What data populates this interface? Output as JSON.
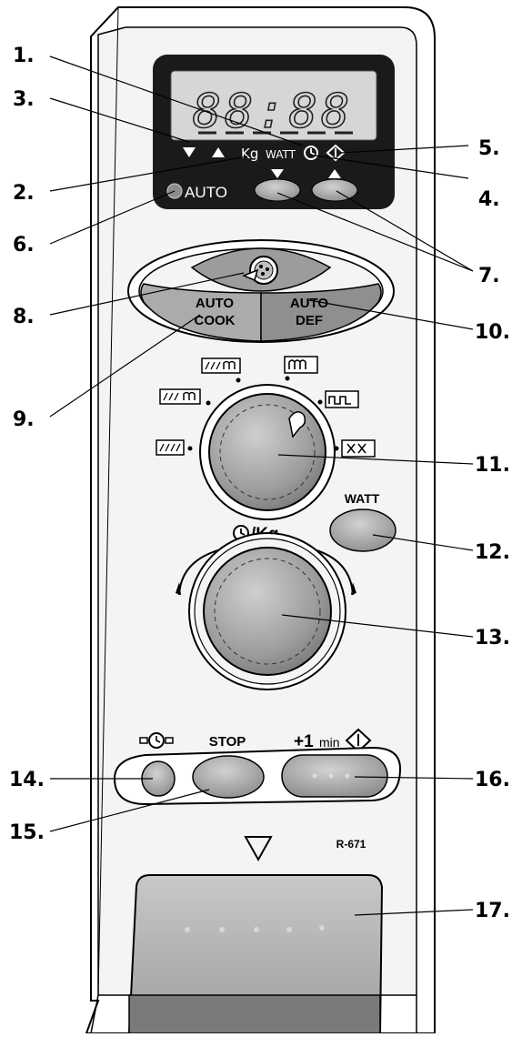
{
  "display": {
    "digits": "88:88",
    "unit_kg": "Kg",
    "unit_watt": "WATT"
  },
  "control_labels": {
    "auto": "AUTO",
    "auto_cook": [
      "AUTO",
      "COOK"
    ],
    "auto_def": [
      "AUTO",
      "DEF"
    ],
    "watt": "WATT",
    "time_weight": "/Kg",
    "stop": "STOP",
    "plus_one": "+1",
    "plus_one_unit": "min",
    "model": "R-671"
  },
  "callouts": [
    "1.",
    "2.",
    "3.",
    "4.",
    "5.",
    "6.",
    "7.",
    "8.",
    "9.",
    "10.",
    "11.",
    "12.",
    "13.",
    "14.",
    "15.",
    "16.",
    "17."
  ],
  "colors": {
    "panel": "#f2f2f2",
    "display_bezel": "#1a1a1a",
    "lcd": "#d9d9d9",
    "button_gray": "#9a9a9a",
    "line": "#000000"
  }
}
